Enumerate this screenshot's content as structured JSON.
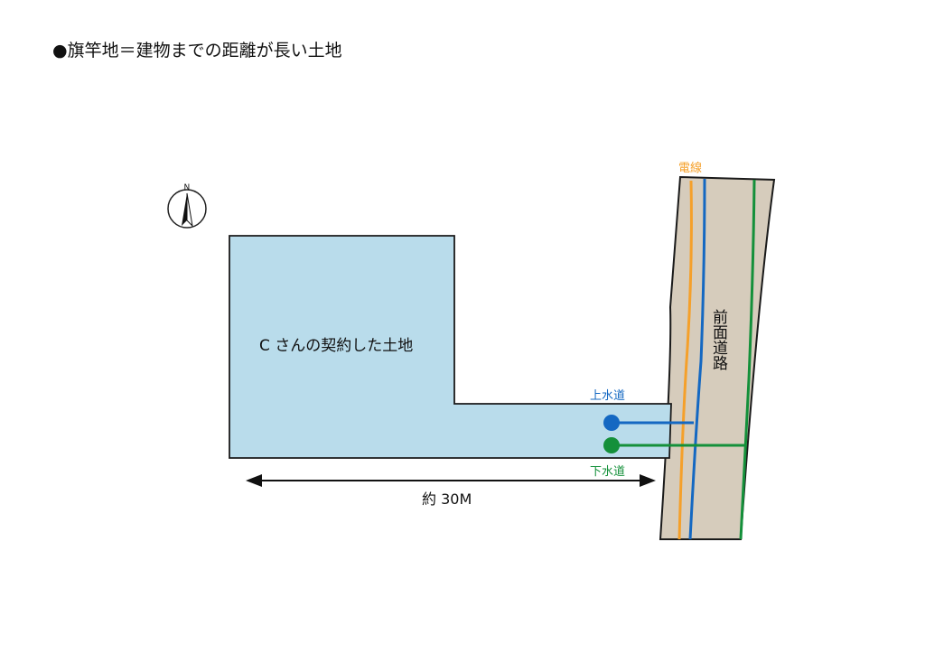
{
  "page": {
    "title": "●旗竿地＝建物までの距離が長い土地"
  },
  "diagram": {
    "compass_label": "N",
    "lot_label": "C さんの契約した土地",
    "road_label": "前面道路",
    "power_line_label": "電線",
    "water_main_label": "上水道",
    "sewer_label": "下水道",
    "distance_label": "約 30M",
    "colors": {
      "lot_fill": "#b9dceb",
      "road_fill": "#d6ccbc",
      "power_line": "#f5a02a",
      "water_main": "#1468c2",
      "sewer": "#14903a",
      "outline": "#1a1a1a"
    }
  }
}
